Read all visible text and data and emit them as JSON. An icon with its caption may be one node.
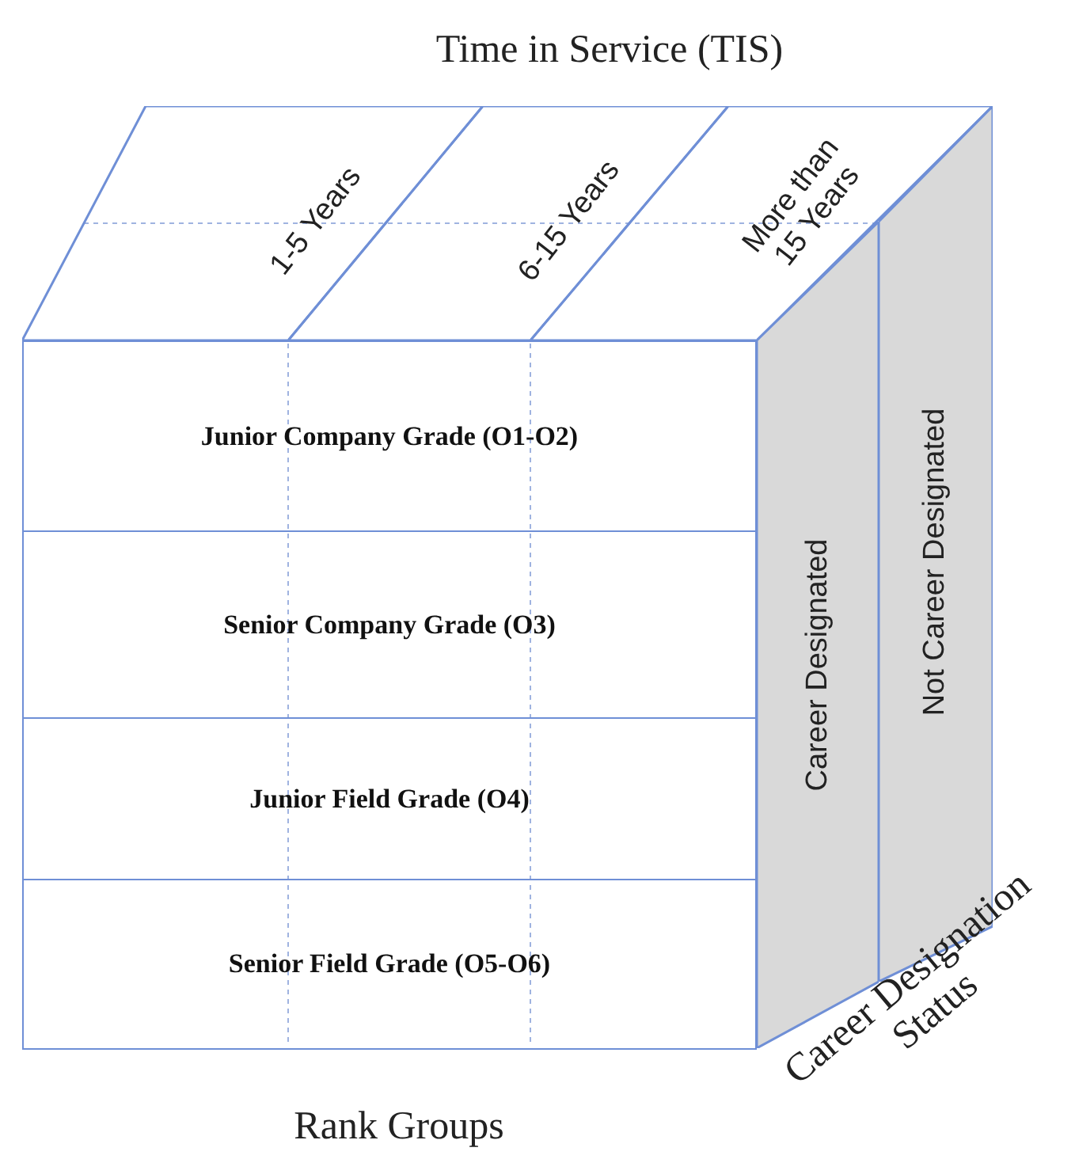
{
  "diagram": {
    "nodes": [
      {
        "text": [
          "1-5 Years"
        ]
      },
      {
        "text": [
          "6-15 Years"
        ]
      },
      {
        "text": [
          "More than 15 Years"
        ]
      },
      {
        "text": [
          "Junior Company Grade (O1-O2)"
        ]
      },
      {
        "text": [
          "Senior Company Grade (O3)"
        ]
      },
      {
        "text": [
          "Junior Field Grade (O4)"
        ]
      },
      {
        "text": [
          "Senior Field Grade (O5-O6)"
        ]
      },
      {
        "text": [
          "Career Designated"
        ]
      },
      {
        "text": [
          "Not Career Designated"
        ]
      }
    ],
    "labels": [
      "Time in Service (TIS)",
      "Career Designation Status",
      "Rank Groups"
    ]
  }
}
